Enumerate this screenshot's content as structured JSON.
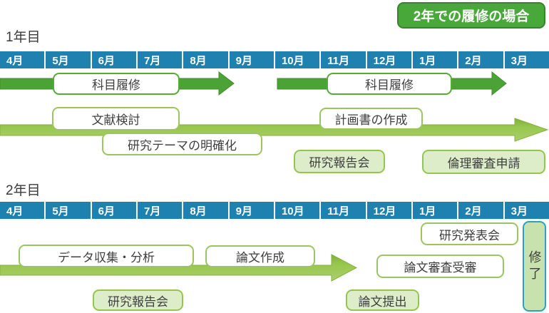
{
  "title_badge": "2年での履修の場合",
  "months": [
    "4月",
    "5月",
    "6月",
    "7月",
    "8月",
    "9月",
    "10月",
    "11月",
    "12月",
    "1月",
    "2月",
    "3月"
  ],
  "year1": {
    "label": "1年目",
    "course_box_1": "科目履修",
    "course_box_2": "科目履修",
    "literature_box": "文献検討",
    "theme_box": "研究テーマの明確化",
    "proposal_box": "計画書の作成",
    "report_box": "研究報告会",
    "ethics_box": "倫理審査申請"
  },
  "year2": {
    "label": "2年目",
    "presentation_box": "研究発表会",
    "data_box": "データ収集・分析",
    "writing_box": "論文作成",
    "review_box": "論文審査受審",
    "report_box": "研究報告会",
    "submission_box": "論文提出",
    "completion_box": "修了"
  },
  "colors": {
    "month-blue": "#1e81b0",
    "badge-green": "#48a93a",
    "badge-border": "#388230",
    "dark-arrow": "#4ca335",
    "course-border": "#56ab35",
    "soft-border": "#9dc55f",
    "fill-green": "#ddedca",
    "fill-border": "#94c54f",
    "complete-green": "#c8e2ae",
    "complete-border": "#2e9fc4"
  }
}
